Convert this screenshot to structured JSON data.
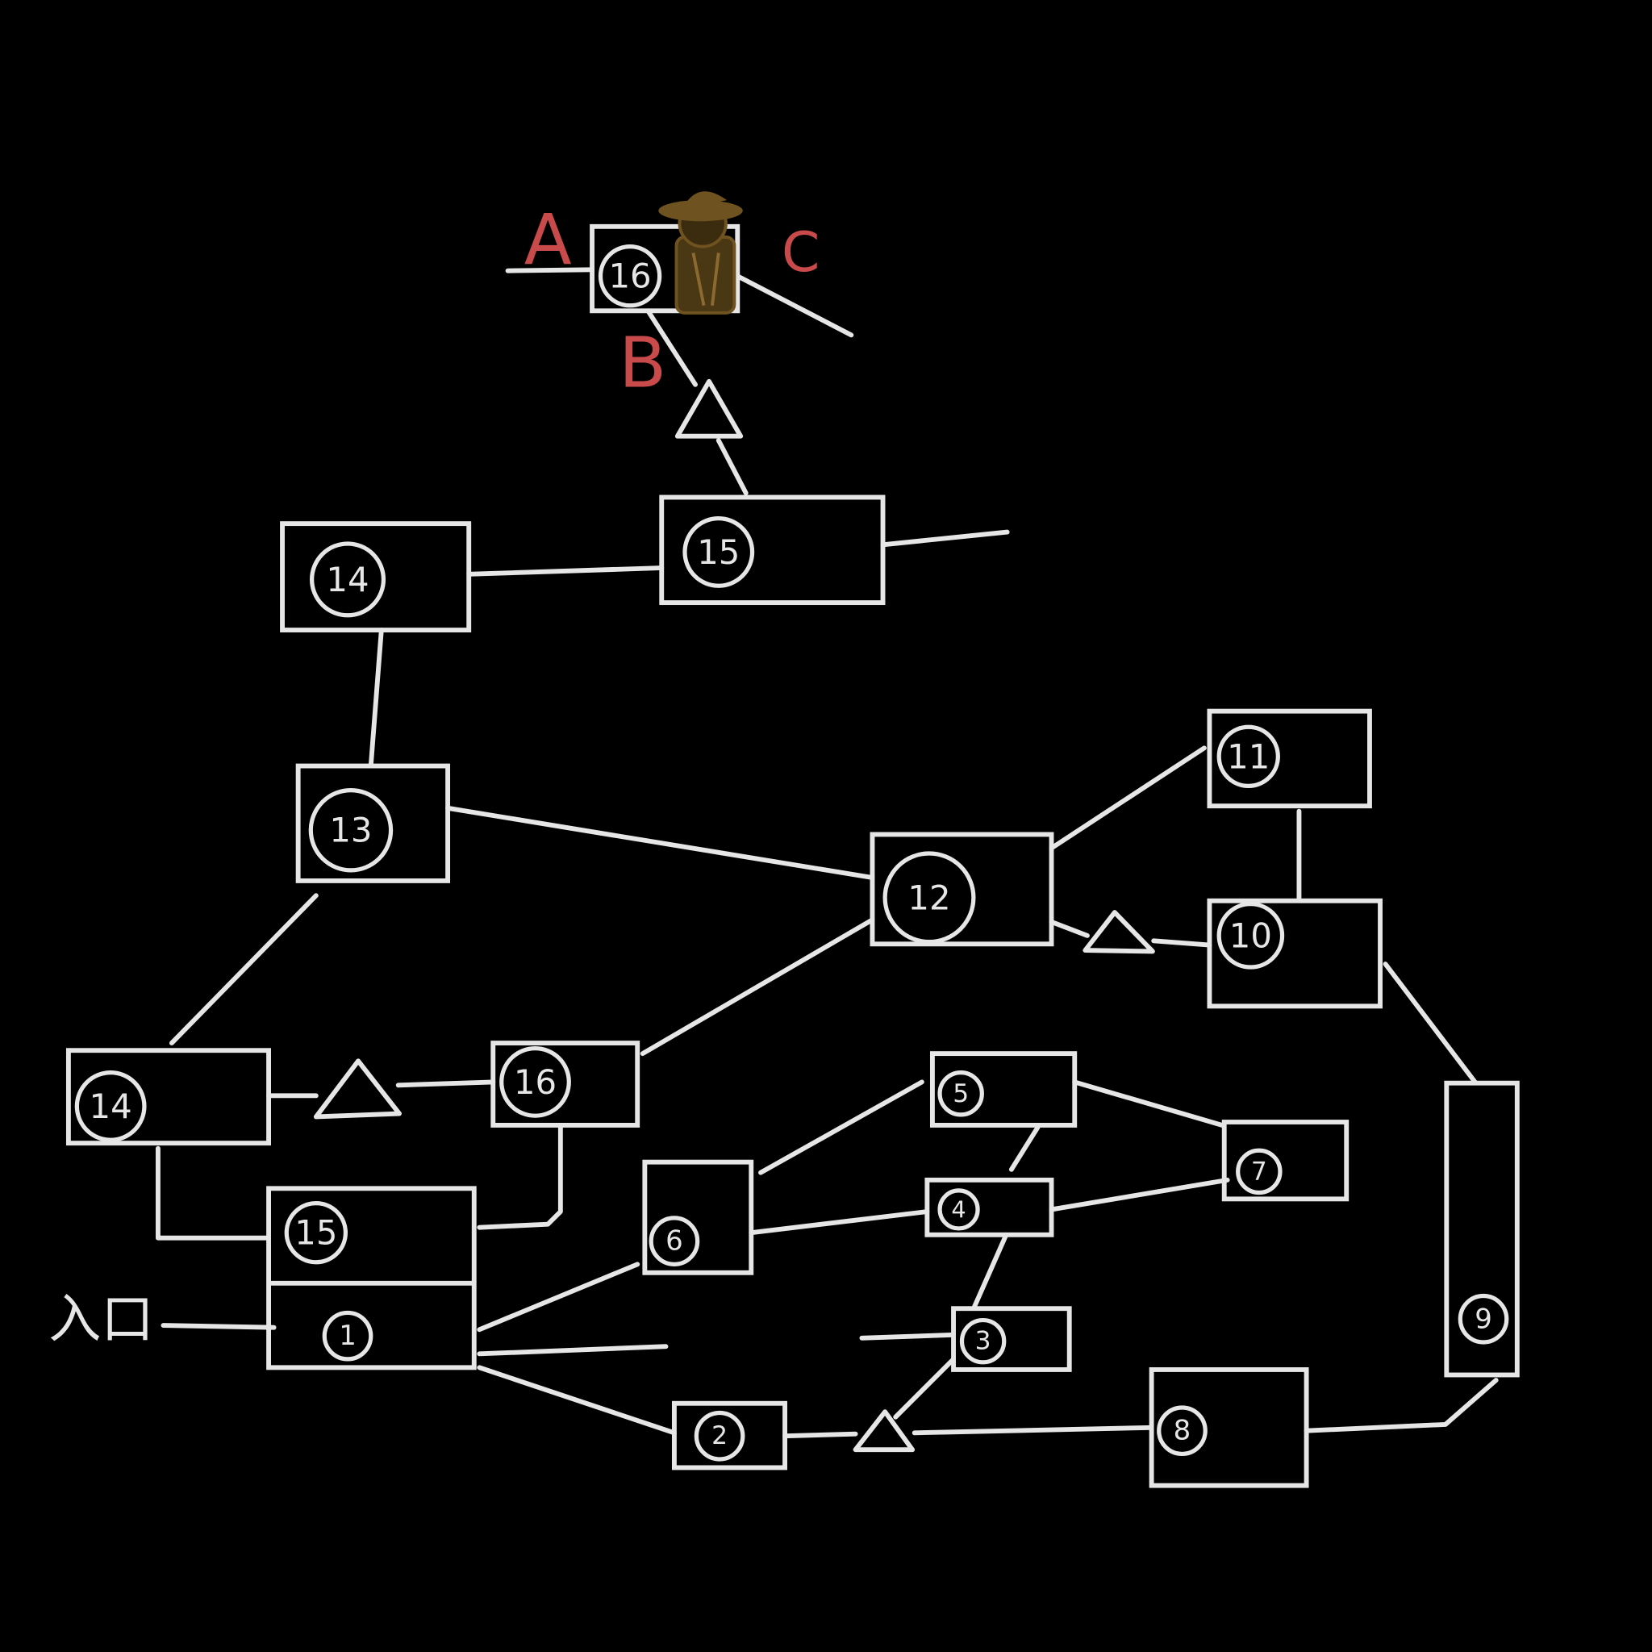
{
  "diagram": {
    "entrance_label": "入口",
    "path_labels": {
      "a": "A",
      "b": "B",
      "c": "C"
    },
    "character": "cowboy-adventurer",
    "colors": {
      "background": "#000000",
      "chalk": "#e6e6e6",
      "label_red": "#c94a4a",
      "character": "#6e5220"
    },
    "rooms": {
      "r16_top": "16",
      "r15_top": "15",
      "r14_top": "14",
      "r13": "13",
      "r12": "12",
      "r11": "11",
      "r10": "10",
      "r9": "9",
      "r8": "8",
      "r7": "7",
      "r6": "6",
      "r5": "5",
      "r4": "4",
      "r3": "3",
      "r2": "2",
      "r1": "1",
      "r15_low": "15",
      "r14_low": "14",
      "r16_low": "16"
    }
  }
}
